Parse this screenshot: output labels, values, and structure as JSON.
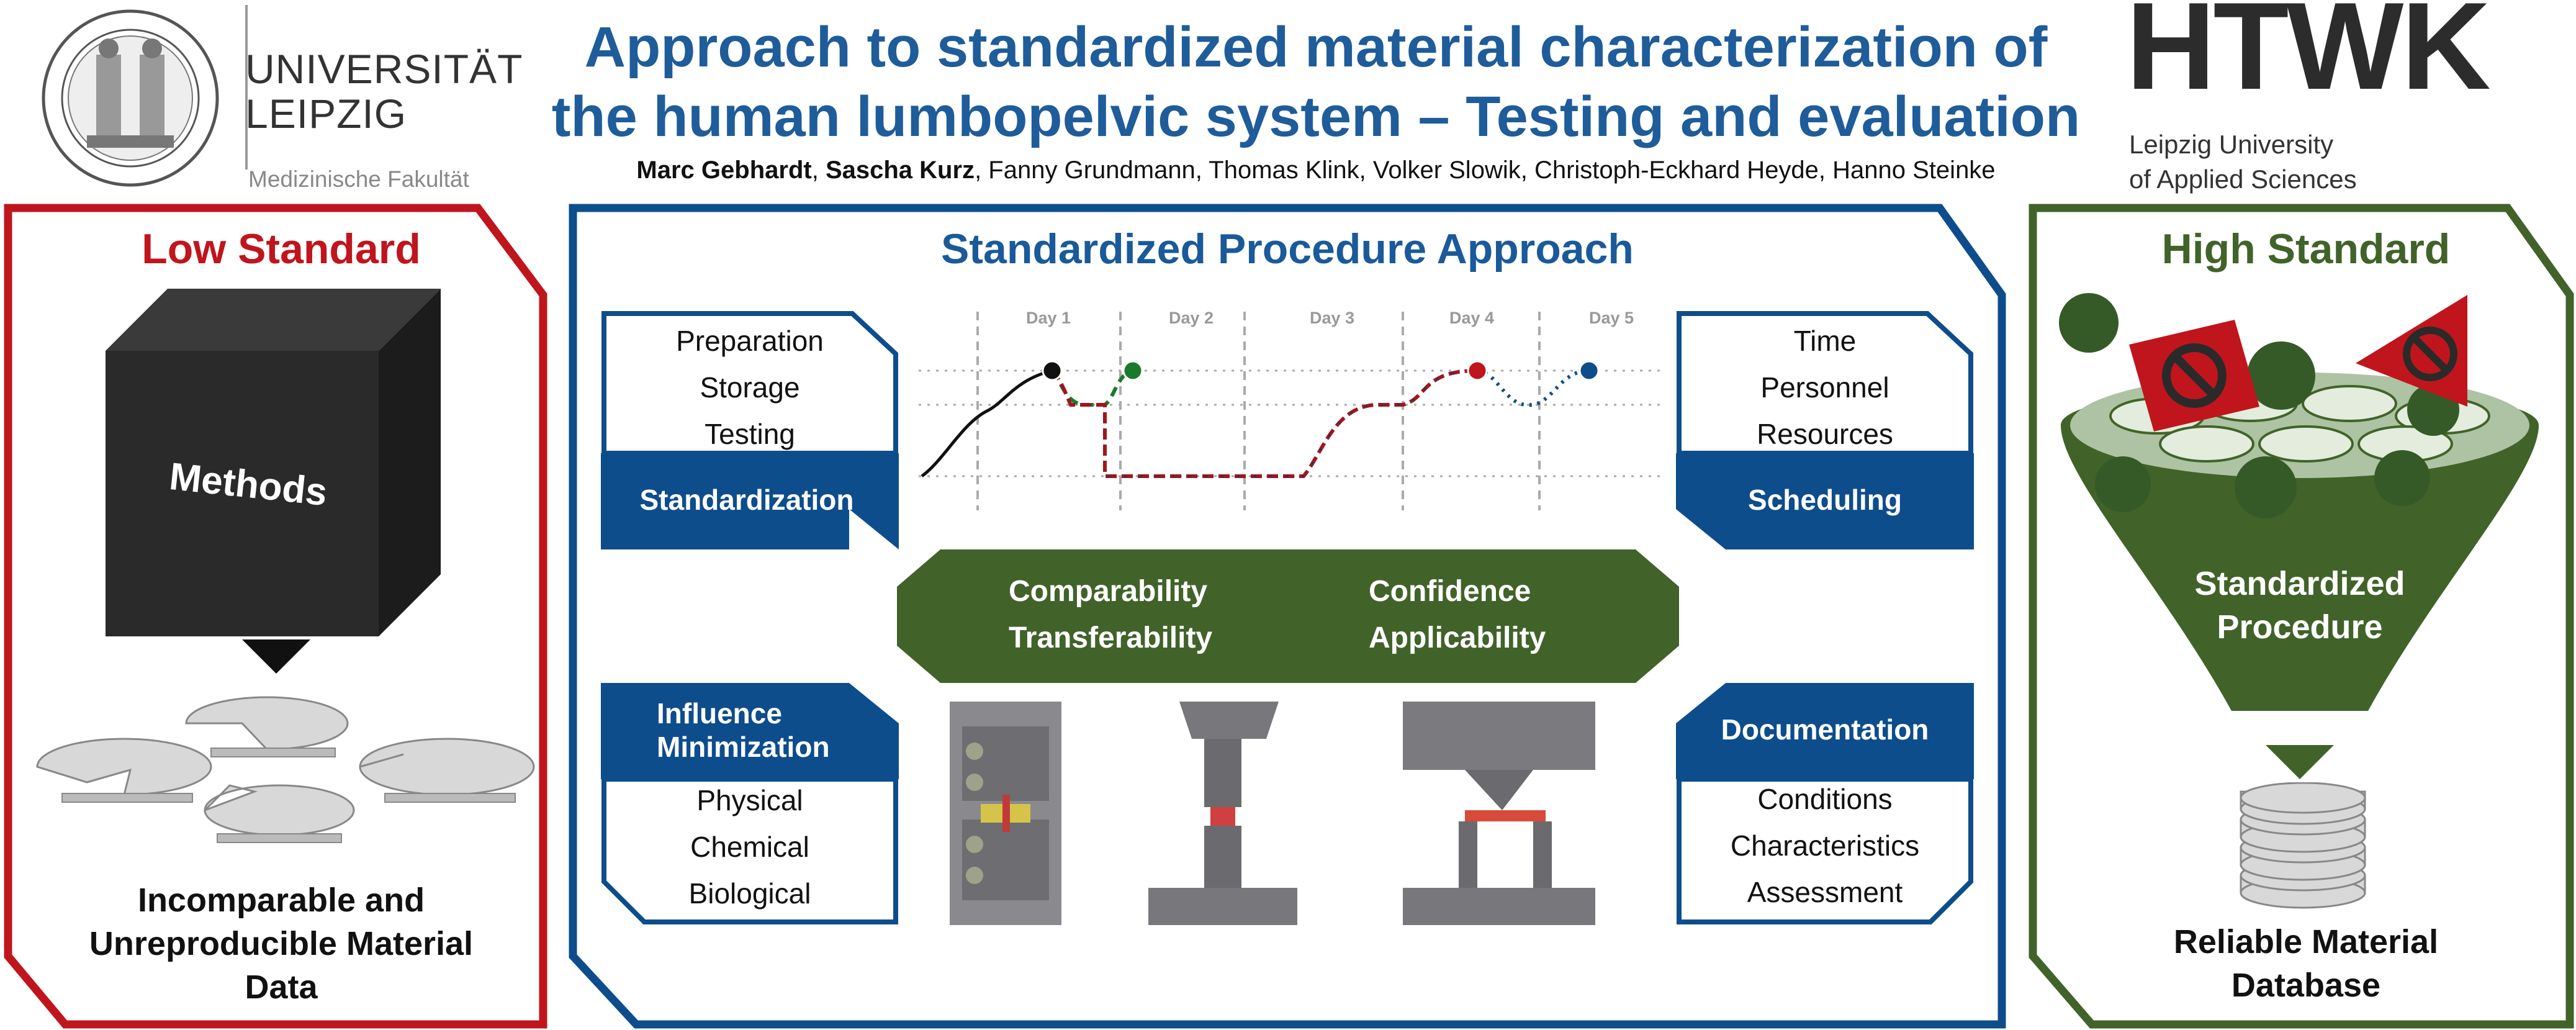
{
  "header": {
    "title_line1": "Approach to standardized material characterization of",
    "title_line2": "the human lumbopelvic system – Testing and evaluation",
    "authors_bold_1": "Marc Gebhardt",
    "authors_sep_1": ", ",
    "authors_bold_2": "Sascha Kurz",
    "authors_rest": ", Fanny Grundmann, Thomas Klink, Volker Slowik, Christoph-Eckhard Heyde, Hanno Steinke"
  },
  "logos": {
    "leipzig_line1": "UNIVERSITÄT",
    "leipzig_line2": "LEIPZIG",
    "leipzig_faculty": "Medizinische Fakultät",
    "htwk_name": "HTWK",
    "htwk_sub_line1": "Leipzig University",
    "htwk_sub_line2": "of Applied Sciences"
  },
  "left_panel": {
    "title": "Low Standard",
    "cube_label": "Methods",
    "bottom_line1": "Incomparable and",
    "bottom_line2": "Unreproducible Material",
    "bottom_line3": "Data"
  },
  "center_panel": {
    "title": "Standardized Procedure Approach",
    "standardization": {
      "items": [
        "Preparation",
        "Storage",
        "Testing"
      ],
      "label": "Standardization"
    },
    "scheduling": {
      "items": [
        "Time",
        "Personnel",
        "Resources"
      ],
      "label": "Scheduling"
    },
    "influence": {
      "label_line1": "Influence",
      "label_line2": "Minimization",
      "items": [
        "Physical",
        "Chemical",
        "Biological"
      ]
    },
    "documentation": {
      "label": "Documentation",
      "items": [
        "Conditions",
        "Characteristics",
        "Assessment"
      ]
    },
    "band": {
      "left_line1": "Comparability",
      "left_line2": "Transferability",
      "right_line1": "Confidence",
      "right_line2": "Applicability"
    },
    "timeline_days": [
      "Day 1",
      "Day 2",
      "Day 3",
      "Day 4",
      "Day 5"
    ]
  },
  "right_panel": {
    "title": "High Standard",
    "funnel_line1": "Standardized",
    "funnel_line2": "Procedure",
    "bottom_line1": "Reliable Material",
    "bottom_line2": "Database"
  },
  "colors": {
    "red": "#c0151c",
    "blue": "#0e4d8c",
    "green": "#41632a",
    "title_blue": "#1f5c9a"
  }
}
